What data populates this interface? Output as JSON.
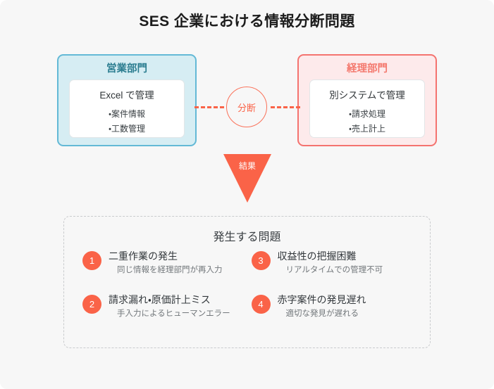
{
  "title": "SES 企業における情報分断問題",
  "departments": [
    {
      "name": "営業部門",
      "system": "Excel で管理",
      "bullets": [
        "・案件情報",
        "・工数管理"
      ],
      "accent": "#63b9d6",
      "title_color": "#2b7d90",
      "bg": "#d6edf3"
    },
    {
      "name": "経理部門",
      "system": "別システムで管理",
      "bullets": [
        "・請求処理",
        "・売上計上"
      ],
      "accent": "#f4736f",
      "title_color": "#f4796e",
      "bg": "#fdeaeb"
    }
  ],
  "split": {
    "label": "分断",
    "color": "#fa6348"
  },
  "result": {
    "label": "結果",
    "color": "#fa6348"
  },
  "problems": {
    "heading": "発生する問題",
    "items": [
      {
        "number": "1",
        "heading": "二重作業の発生",
        "detail": "同じ情報を経理部門が再入力"
      },
      {
        "number": "3",
        "heading": "収益性の把握困難",
        "detail": "リアルタイムでの管理不可"
      },
      {
        "number": "2",
        "heading": "請求漏れ・原価計上ミス",
        "detail": "手入力によるヒューマンエラー"
      },
      {
        "number": "4",
        "heading": "赤字案件の発見遅れ",
        "detail": "適切な発見が遅れる"
      }
    ],
    "badge_color": "#fa6348"
  },
  "colors": {
    "background": "#f7f7f7",
    "title_text": "#1c1c1c",
    "dashed_border": "#c9cbcd"
  }
}
